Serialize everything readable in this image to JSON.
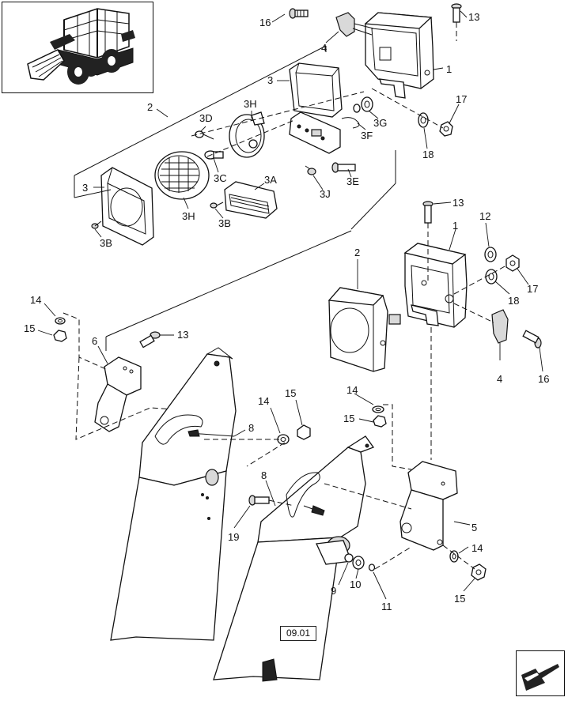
{
  "figure": {
    "reference_code": "09.01",
    "callouts": [
      {
        "id": "c16a",
        "text": "16"
      },
      {
        "id": "c4a",
        "text": "4"
      },
      {
        "id": "c13a",
        "text": "13"
      },
      {
        "id": "c1a",
        "text": "1"
      },
      {
        "id": "c3a",
        "text": "3"
      },
      {
        "id": "c2a",
        "text": "2"
      },
      {
        "id": "c3H1",
        "text": "3H"
      },
      {
        "id": "c3D",
        "text": "3D"
      },
      {
        "id": "c17a",
        "text": "17"
      },
      {
        "id": "c3G",
        "text": "3G"
      },
      {
        "id": "c3F",
        "text": "3F"
      },
      {
        "id": "c18a",
        "text": "18"
      },
      {
        "id": "c3C",
        "text": "3C"
      },
      {
        "id": "c3E",
        "text": "3E"
      },
      {
        "id": "c3b",
        "text": "3"
      },
      {
        "id": "c3A",
        "text": "3A"
      },
      {
        "id": "c3J",
        "text": "3J"
      },
      {
        "id": "c3H2",
        "text": "3H"
      },
      {
        "id": "c3B1",
        "text": "3B"
      },
      {
        "id": "c3B2",
        "text": "3B"
      },
      {
        "id": "c13b",
        "text": "13"
      },
      {
        "id": "c12",
        "text": "12"
      },
      {
        "id": "c1b",
        "text": "1"
      },
      {
        "id": "c2b",
        "text": "2"
      },
      {
        "id": "c17b",
        "text": "17"
      },
      {
        "id": "c18b",
        "text": "18"
      },
      {
        "id": "c14a",
        "text": "14"
      },
      {
        "id": "c15a",
        "text": "15"
      },
      {
        "id": "c13c",
        "text": "13"
      },
      {
        "id": "c6",
        "text": "6"
      },
      {
        "id": "c4b",
        "text": "4"
      },
      {
        "id": "c16b",
        "text": "16"
      },
      {
        "id": "c14b",
        "text": "14"
      },
      {
        "id": "c15b",
        "text": "15"
      },
      {
        "id": "c14c",
        "text": "14"
      },
      {
        "id": "c15c",
        "text": "15"
      },
      {
        "id": "c8a",
        "text": "8"
      },
      {
        "id": "c8b",
        "text": "8"
      },
      {
        "id": "c19",
        "text": "19"
      },
      {
        "id": "c5",
        "text": "5"
      },
      {
        "id": "c14d",
        "text": "14"
      },
      {
        "id": "c9",
        "text": "9"
      },
      {
        "id": "c10",
        "text": "10"
      },
      {
        "id": "c11",
        "text": "11"
      },
      {
        "id": "c15d",
        "text": "15"
      }
    ]
  },
  "icons": {
    "thumbnail": "skid-steer-loader-thumbnail",
    "navigation": "next-page-arrow-icon"
  }
}
